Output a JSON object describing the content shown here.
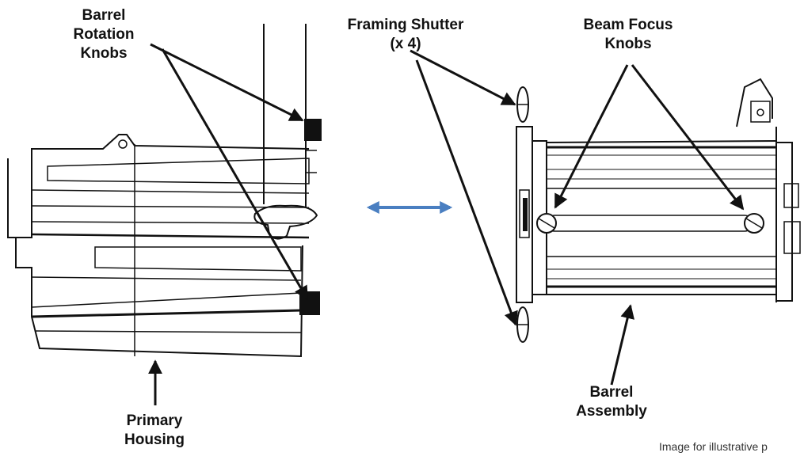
{
  "labels": {
    "barrel_rotation": [
      "Barrel",
      "Rotation",
      "Knobs"
    ],
    "framing_shutter": [
      "Framing Shutter",
      "(x 4)"
    ],
    "beam_focus": [
      "Beam Focus",
      "Knobs"
    ],
    "primary_housing": [
      "Primary",
      "Housing"
    ],
    "barrel_assembly": [
      "Barrel",
      "Assembly"
    ]
  },
  "footnote": "Image for illustrative p",
  "colors": {
    "line": "#111111",
    "arrow": "#111111",
    "double_arrow": "#4a7fc1"
  },
  "icons": {
    "separation_arrow": "double-headed-arrow",
    "callout_arrow": "arrow-pointer"
  }
}
